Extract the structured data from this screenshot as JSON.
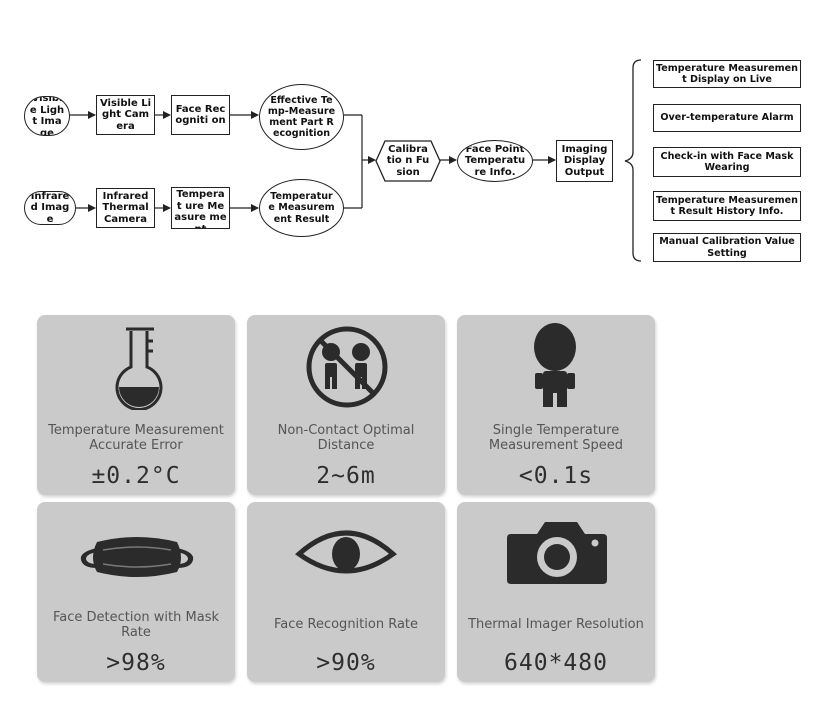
{
  "flow": {
    "inputs": {
      "visible_light_image": "Visible Light Image",
      "infrared_image": "Infrared Image"
    },
    "steps": {
      "visible_light_camera": "Visible Light Camera",
      "face_recognition": "Face Recogniti on",
      "effective_temp_part": "Effective Temp-Measurement Part Recognition",
      "infrared_thermal_camera": "Infrared Thermal Camera",
      "temperature_measurement": "Temperat ure Measure ment",
      "temperature_measurement_result": "Temperature Measurement Result",
      "calibration_fusion": "Calibratio n Fusion",
      "face_point_temperature": "Face Point Temperature Info.",
      "imaging_display_output": "Imaging Display Output"
    },
    "outputs": [
      "Temperature Measurement Display on Live",
      "Over-temperature Alarm",
      "Check-in with Face Mask Wearing",
      "Temperature Measurement Result History Info.",
      "Manual Calibration Value Setting"
    ]
  },
  "features": [
    {
      "icon": "thermometer-icon",
      "label": "Temperature Measurement Accurate Error",
      "value": "±0.2°C"
    },
    {
      "icon": "no-contact-icon",
      "label": "Non-Contact Optimal Distance",
      "value": "2~6m"
    },
    {
      "icon": "person-icon",
      "label": "Single Temperature Measurement Speed",
      "value": "<0.1s"
    },
    {
      "icon": "face-mask-icon",
      "label": "Face Detection with Mask Rate",
      "value": ">98%"
    },
    {
      "icon": "eye-icon",
      "label": "Face Recognition Rate",
      "value": ">90%"
    },
    {
      "icon": "camera-icon",
      "label": "Thermal Imager Resolution",
      "value": "640*480"
    }
  ],
  "colors": {
    "card_bg": "#cacaca",
    "icon": "#2b2b2b",
    "label_text": "#555555",
    "value_text": "#2e2e2e"
  }
}
